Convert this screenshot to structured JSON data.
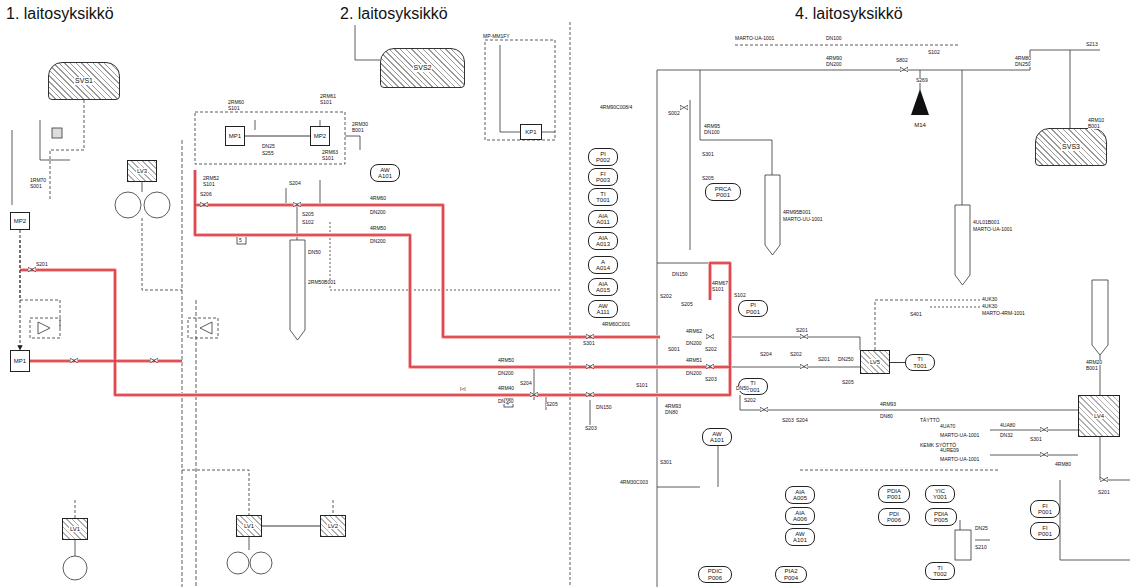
{
  "diagram": {
    "nodes": [
      {
        "text": [
          "SVS1"
        ]
      },
      {
        "text": [
          "SVS2"
        ]
      },
      {
        "text": [
          "KP1"
        ]
      },
      {
        "text": [
          "SVS3"
        ]
      },
      {
        "text": [
          "MP1"
        ]
      },
      {
        "text": [
          "MP2"
        ]
      },
      {
        "text": [
          "M14"
        ]
      },
      {
        "text": [
          "PI",
          "P002"
        ]
      },
      {
        "text": [
          "FI",
          "P003"
        ]
      },
      {
        "text": [
          "TI",
          "T001"
        ]
      },
      {
        "text": [
          "LV3"
        ]
      },
      {
        "text": [
          "AW",
          "A101"
        ]
      },
      {
        "text": [
          "PRCA",
          "P001"
        ]
      },
      {
        "text": [
          "MP2"
        ]
      },
      {
        "text": [
          "AIA",
          "A011"
        ]
      },
      {
        "text": [
          "AIA",
          "A013"
        ]
      },
      {
        "text": [
          "A",
          "A014"
        ]
      },
      {
        "text": [
          "AIA",
          "A015"
        ]
      },
      {
        "text": [
          "AW",
          "A111"
        ]
      },
      {
        "text": [
          "PI",
          "P001"
        ]
      },
      {
        "text": [
          "TI",
          "T001"
        ]
      },
      {
        "text": [
          "MP1"
        ]
      },
      {
        "text": [
          "LV5"
        ]
      },
      {
        "text": [
          "TI",
          "T001"
        ]
      },
      {
        "text": [
          "LV4"
        ]
      },
      {
        "text": [
          "AW",
          "A101"
        ]
      },
      {
        "text": [
          "AIA",
          "A005"
        ]
      },
      {
        "text": [
          "YIC",
          "Y001"
        ]
      },
      {
        "text": [
          "PDIA",
          "P001"
        ]
      },
      {
        "text": [
          "AIA",
          "A006"
        ]
      },
      {
        "text": [
          "PDI",
          "P006"
        ]
      },
      {
        "text": [
          "PDIA",
          "P005"
        ]
      },
      {
        "text": [
          "FI",
          "P001"
        ]
      },
      {
        "text": [
          "LV1"
        ]
      },
      {
        "text": [
          "LV1"
        ]
      },
      {
        "text": [
          "LV2"
        ]
      },
      {
        "text": [
          "AW",
          "A101"
        ]
      },
      {
        "text": [
          "FI",
          "P001"
        ]
      },
      {
        "text": [
          "TI",
          "T002"
        ]
      },
      {
        "text": [
          "PDIC",
          "P006"
        ]
      },
      {
        "text": [
          "PIA2",
          "P004"
        ]
      }
    ],
    "edges": [
      {
        "from": 4,
        "to": 5,
        "arrow": "none"
      },
      {
        "from": 13,
        "to": 21,
        "arrow": "to"
      },
      {
        "from": 22,
        "to": 20,
        "arrow": "none"
      },
      {
        "from": 34,
        "to": 35,
        "arrow": "none"
      }
    ],
    "labels": [
      "1. laitosyksikkö",
      "2. laitosyksikkö",
      "4. laitosyksikkö",
      "1RM70",
      "S001",
      "S201",
      "2RM60",
      "S101",
      "2RM61",
      "S101",
      "DN25",
      "S255",
      "2RM63",
      "S101",
      "2RM30",
      "B001",
      "MP-MM1FY",
      "2RM52",
      "S101",
      "S206",
      "S204",
      "4RM60",
      "DN200",
      "S205",
      "S102",
      "4RM50",
      "DN200",
      "5",
      "2RM50B001",
      "DN50",
      "4RM60C001",
      "S301",
      "4RM50",
      "DN200",
      "4RM40",
      "DN150",
      "I<I",
      "4",
      "S204",
      "S205",
      "S203",
      "DN150",
      "S101",
      "MARTO-UA-1001",
      "DN100",
      "4RM90C008/4",
      "S002",
      "4RM95",
      "DN100",
      "4RM90",
      "DN200",
      "S802",
      "S269",
      "S102",
      "4RM80",
      "DN250",
      "S213",
      "4RM10",
      "B001",
      "S301",
      "S205",
      "4RM95B001",
      "MARTO-UU-1001",
      "4UL01B001",
      "MARTO-UA-1001",
      "DN150",
      "4RM67",
      "S101",
      "S102",
      "S202",
      "S205",
      "4RM62",
      "DN200",
      "S001",
      "S202",
      "4RM51",
      "DN200",
      "S203",
      "S201",
      "S204",
      "S202",
      "S201",
      "DN250",
      "S205",
      "S401",
      "4UK30",
      "4UK30",
      "MARTO-4RM-1001",
      "DN50",
      "S202",
      "S203",
      "S204",
      "4RM93",
      "DN80",
      "4RM20",
      "B001",
      "TÄYTTÖ",
      "4UA70",
      "MARTO-UA-1001",
      "KEMK SYÖTTÖ",
      "4URE09",
      "MARTO-UA-1001",
      "4UA80",
      "DN32",
      "S301",
      "4RM80",
      "4RM30C003",
      "4RM93",
      "DN80",
      "S301",
      "S201",
      "DN25",
      "S210"
    ]
  }
}
